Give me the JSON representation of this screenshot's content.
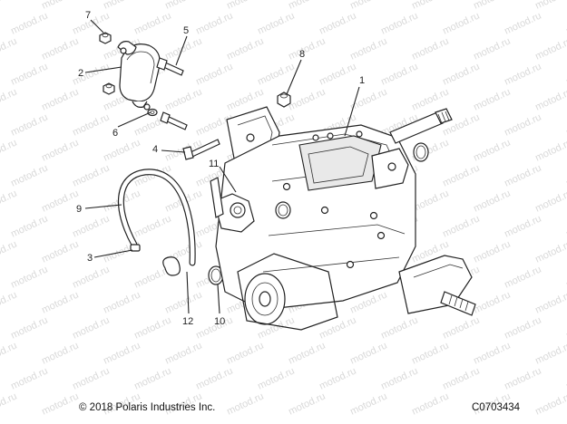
{
  "watermark": "motod.ru",
  "footer": {
    "copyright": "© 2018 Polaris Industries Inc.",
    "code": "C0703434"
  },
  "callouts": {
    "c1": "1",
    "c2": "2",
    "c3": "3",
    "c4": "4",
    "c5": "5",
    "c6": "6",
    "c7": "7",
    "c8": "8",
    "c9": "9",
    "c10": "10",
    "c11": "11",
    "c12": "12"
  }
}
